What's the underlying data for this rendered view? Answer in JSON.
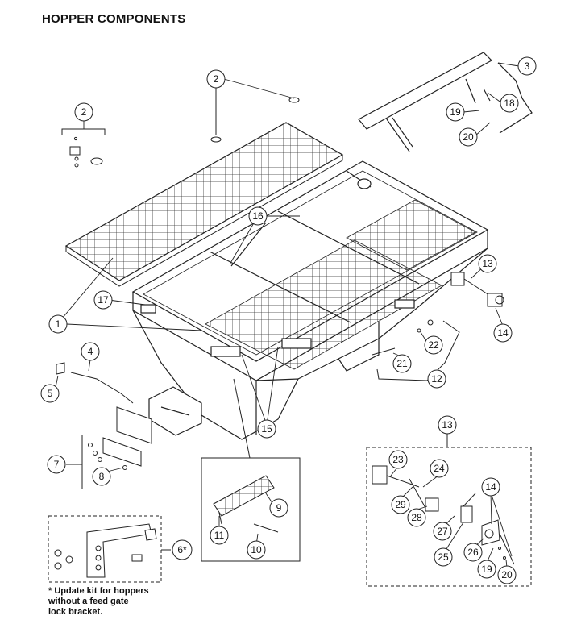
{
  "title": "HOPPER COMPONENTS",
  "footnote": "* Update kit for hoppers\nwithout a feed gate\nlock bracket.",
  "callouts": {
    "c1": "1",
    "c2a": "2",
    "c2b": "2",
    "c3": "3",
    "c4": "4",
    "c5": "5",
    "c6": "6*",
    "c7": "7",
    "c8": "8",
    "c9": "9",
    "c10": "10",
    "c11": "11",
    "c12": "12",
    "c13a": "13",
    "c13b": "13",
    "c14a": "14",
    "c14b": "14",
    "c15": "15",
    "c16": "16",
    "c17": "17",
    "c18": "18",
    "c19a": "19",
    "c19b": "19",
    "c20a": "20",
    "c20b": "20",
    "c21": "21",
    "c22": "22",
    "c23": "23",
    "c24": "24",
    "c25": "25",
    "c26": "26",
    "c27": "27",
    "c28": "28",
    "c29": "29"
  }
}
